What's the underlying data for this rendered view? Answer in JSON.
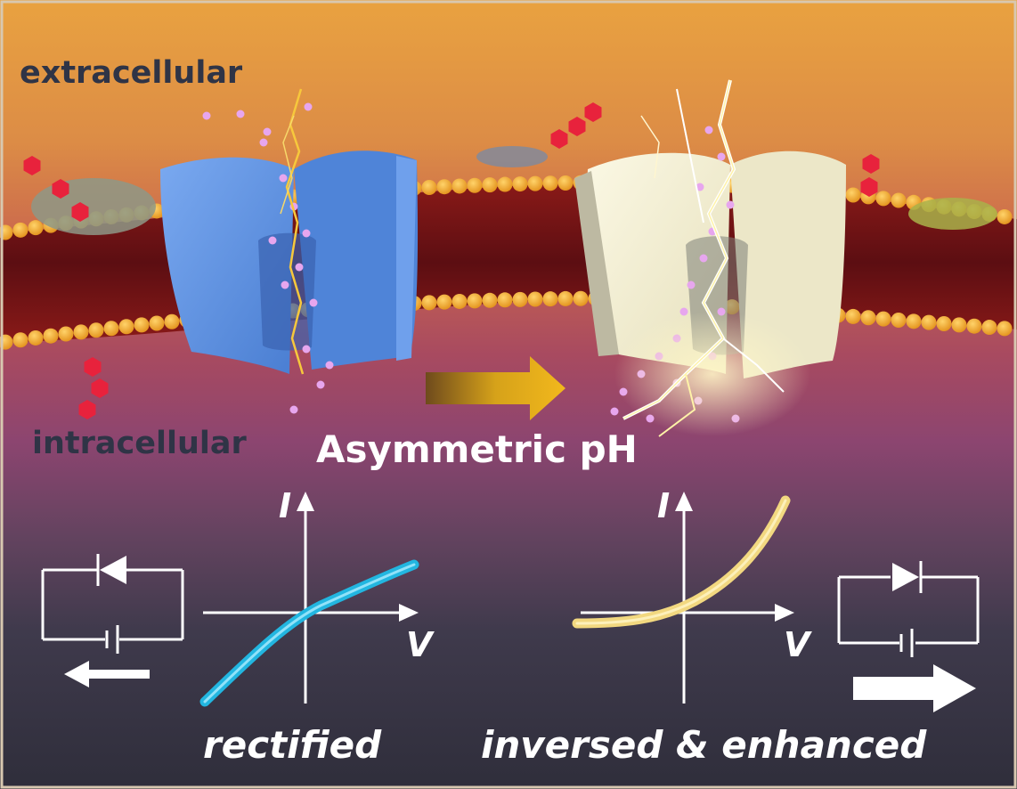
{
  "labels": {
    "extracellular": "extracellular",
    "intracellular": "intracellular",
    "transition": "Asymmetric pH"
  },
  "plots": {
    "left": {
      "y_axis": "I",
      "x_axis": "V",
      "caption": "rectified",
      "curve_color": "#22b6e0"
    },
    "right": {
      "y_axis": "I",
      "x_axis": "V",
      "caption": "inversed & enhanced",
      "curve_color": "#f2d880"
    }
  },
  "colors": {
    "channel_before": "#5d92e6",
    "channel_after": "#f3efd3",
    "ligand": "#e8223c",
    "arrow": "#d6a21a",
    "head_group": "#f2a52a",
    "lipid_tail": "#7d1416"
  }
}
